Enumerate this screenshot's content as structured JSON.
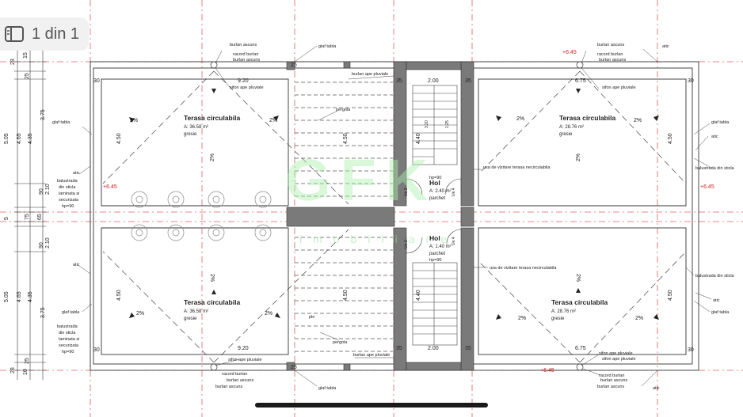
{
  "viewer": {
    "page_counter": "1 din 1",
    "pages_icon": "sidebar-pages-icon"
  },
  "watermark": {
    "main": "GFK",
    "sub": "imobiliare"
  },
  "rooms": {
    "terrace_title": "Terasa circulabila",
    "terrace_tl_area": "A: 36.58 m²",
    "terrace_tr_area": "A: 28.76 m²",
    "terrace_bl_area": "A: 36.58 m²",
    "terrace_br_area": "A: 28.76 m²",
    "finish": "gresie",
    "hol": "Hol",
    "hol_top_area": "A: 2.40 m²",
    "hol_bot_area": "A: 1.40 m²",
    "parchet": "parchet"
  },
  "labels": {
    "burlan_ascuns": "burlan ascuns",
    "racord_burlan": "racord burlan",
    "burlan_pluviale": "burlan ape pluviale",
    "sifon_top": "sifon ape pluviale",
    "sifon_bottom": "sifon ape pluviale",
    "glaf_tabla": "glaf tabla",
    "atic": "atic",
    "pergola": "pergola",
    "balustrada_right": "balustrada din sticla",
    "usa_vizitare": "usa de vizitare terasa necirculabila",
    "balustrada_l1": "balustrada",
    "balustrada_l2": "din sticla",
    "balustrada_l3": "laminata si",
    "balustrada_l4": "securizata",
    "hp90": "hp=90",
    "ple": "ple"
  },
  "levels": {
    "elevation": "+6.45"
  },
  "slopes": {
    "pct": "2%"
  },
  "dimensions": {
    "d920": "9.20",
    "d675": "6.75",
    "d200": "2.00",
    "d450": "4.50",
    "d440": "4.40",
    "d35": "35",
    "d30": "30",
    "d25": "25",
    "d28": "28",
    "d15": "15",
    "d10": "10",
    "d5": "5",
    "d505": "5.05",
    "d465": "4.65",
    "d435": "4.35",
    "d375": "3.75",
    "d90": "90",
    "d210": "2.10",
    "d75": "75",
    "d65": "65",
    "d320": "3.20",
    "d125": "1.25",
    "ue3": "Ue 3",
    "ue4": "Ue 4"
  }
}
